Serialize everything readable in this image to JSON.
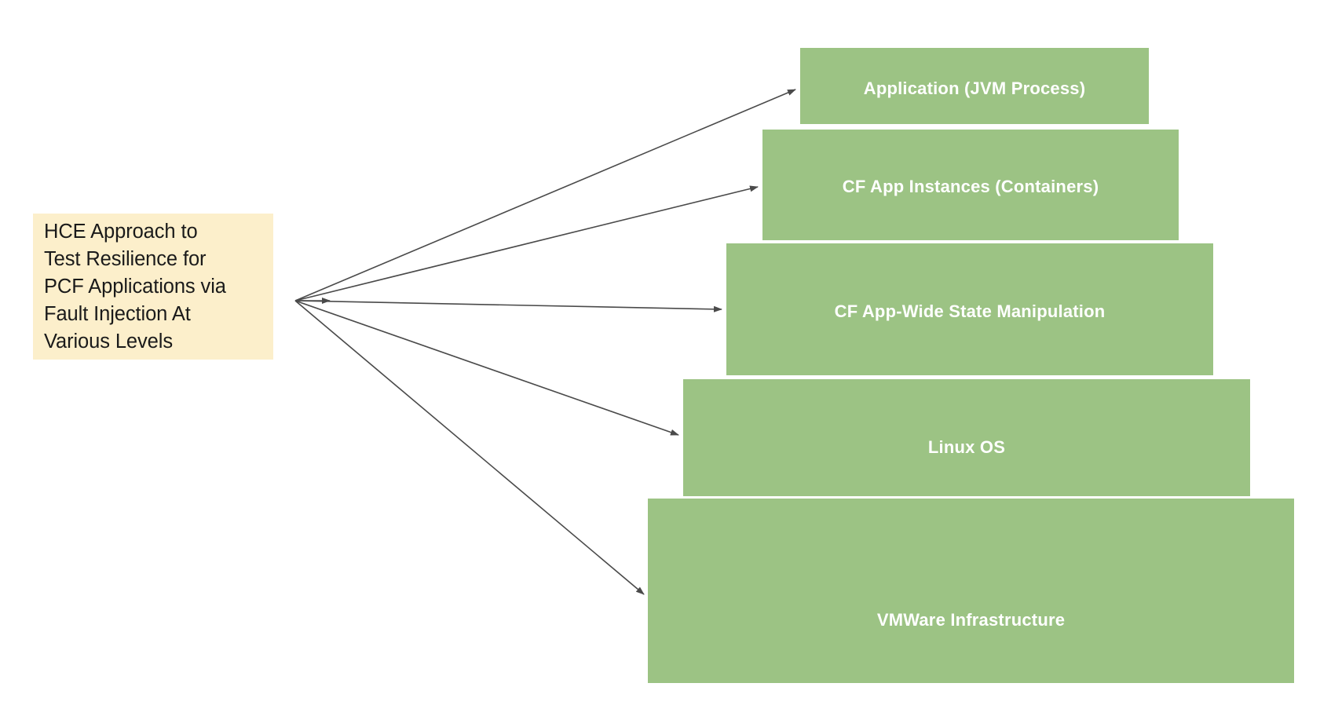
{
  "diagram": {
    "title": "HCE Approach to Test Resilience for PCF Applications via Fault Injection At Various Levels",
    "background_color": "#ffffff",
    "source": {
      "label": "HCE Approach to\nTest Resilience for\nPCF Applications via\nFault Injection At\nVarious Levels",
      "fill_color": "#fcefcb",
      "text_color": "#1a1a1a"
    },
    "layer_style": {
      "fill_color": "#9cc384",
      "text_color": "#ffffff"
    },
    "arrow_color": "#4a4a4a",
    "layers": [
      {
        "label": "Application (JVM Process)"
      },
      {
        "label": "CF App Instances (Containers)"
      },
      {
        "label": "CF App-Wide State Manipulation"
      },
      {
        "label": "Linux OS"
      },
      {
        "label": "VMWare Infrastructure"
      }
    ]
  }
}
